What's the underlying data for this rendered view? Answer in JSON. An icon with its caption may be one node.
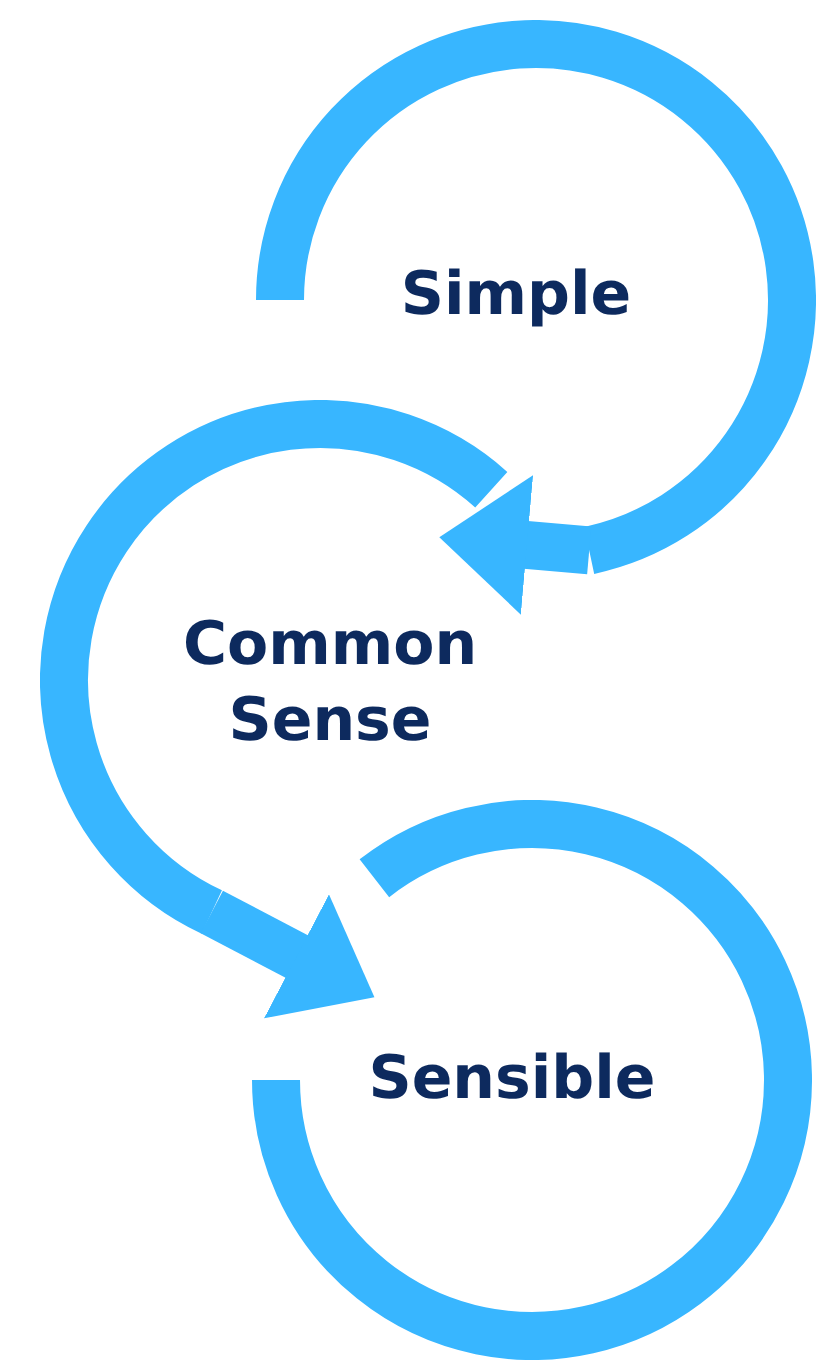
{
  "diagram": {
    "nodes": [
      {
        "text": [
          "Simple"
        ]
      },
      {
        "text": [
          "Common Sense"
        ]
      },
      {
        "text": [
          "Sensible"
        ]
      }
    ],
    "edges": [
      {
        "from": 0,
        "to": 1,
        "arrow": "to"
      },
      {
        "from": 1,
        "to": 2,
        "arrow": "to"
      }
    ]
  }
}
